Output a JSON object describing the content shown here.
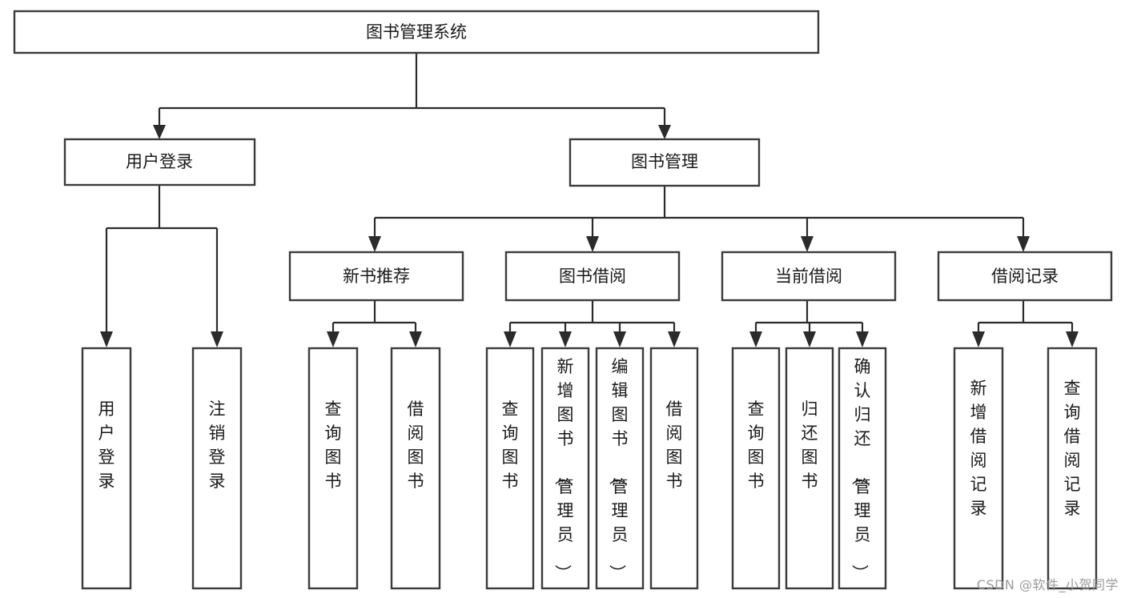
{
  "diagram": {
    "type": "tree",
    "title": "图书管理系统",
    "watermark": "CSDN @软件_小贺同学",
    "colors": {
      "box_stroke": "#3b3b3b",
      "box_fill": "#ffffff",
      "connector": "#2b2b2b",
      "text": "#1a1a1a",
      "watermark": "#9b9b9b",
      "background": "#ffffff"
    },
    "levels": {
      "root": {
        "label": "图书管理系统"
      },
      "level2": [
        {
          "label": "用户登录"
        },
        {
          "label": "图书管理"
        }
      ],
      "level3": [
        {
          "label": "新书推荐"
        },
        {
          "label": "图书借阅"
        },
        {
          "label": "当前借阅"
        },
        {
          "label": "借阅记录"
        }
      ],
      "leaves": {
        "user_login": [
          {
            "label": "用户登录"
          },
          {
            "label": "注销登录"
          }
        ],
        "new_book_recommend": [
          {
            "label": "查询图书"
          },
          {
            "label": "借阅图书"
          }
        ],
        "book_borrow": [
          {
            "label": "查询图书"
          },
          {
            "label": "新增图书（管理员）"
          },
          {
            "label": "编辑图书（管理员）"
          },
          {
            "label": "借阅图书"
          }
        ],
        "current_borrow": [
          {
            "label": "查询图书"
          },
          {
            "label": "归还图书"
          },
          {
            "label": "确认归还（管理员）"
          }
        ],
        "borrow_record": [
          {
            "label": "新增借阅记录"
          },
          {
            "label": "查询借阅记录"
          }
        ]
      }
    }
  }
}
